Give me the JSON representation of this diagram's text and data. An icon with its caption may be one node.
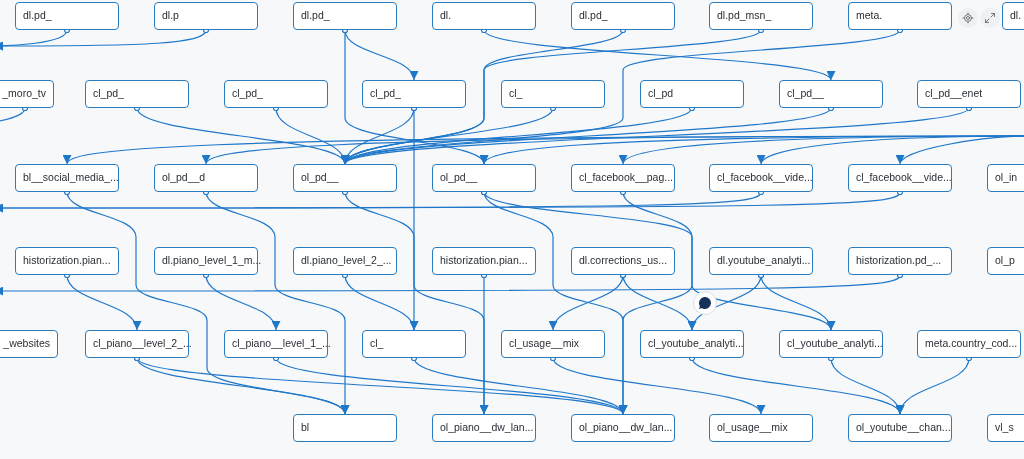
{
  "diagram": {
    "nodes": [
      {
        "text": [
          "dl.pd_"
        ]
      },
      {
        "text": [
          "dl.p"
        ]
      },
      {
        "text": [
          "dl.pd_"
        ]
      },
      {
        "text": [
          "dl."
        ]
      },
      {
        "text": [
          "dl.pd_"
        ]
      },
      {
        "text": [
          "dl.pd_msn_"
        ]
      },
      {
        "text": [
          "meta."
        ]
      },
      {
        "text": [
          "dl."
        ]
      },
      {
        "text": [
          "_moro_tv"
        ]
      },
      {
        "text": [
          "cl_pd_"
        ]
      },
      {
        "text": [
          "cl_pd_"
        ]
      },
      {
        "text": [
          "cl_pd_"
        ]
      },
      {
        "text": [
          "cl_"
        ]
      },
      {
        "text": [
          "cl_pd"
        ]
      },
      {
        "text": [
          "cl_pd__"
        ]
      },
      {
        "text": [
          "cl_pd__enet"
        ]
      },
      {
        "text": [
          "bl__social_media_..."
        ]
      },
      {
        "text": [
          "ol_pd__d"
        ]
      },
      {
        "text": [
          "ol_pd__"
        ]
      },
      {
        "text": [
          "ol_pd__"
        ]
      },
      {
        "text": [
          "cl_facebook__pag..."
        ]
      },
      {
        "text": [
          "cl_facebook__vide..."
        ]
      },
      {
        "text": [
          "cl_facebook__vide..."
        ]
      },
      {
        "text": [
          "ol_in"
        ]
      },
      {
        "text": [
          "historization.pian..."
        ]
      },
      {
        "text": [
          "dl.piano_level_1_m..."
        ]
      },
      {
        "text": [
          "dl.piano_level_2_..."
        ]
      },
      {
        "text": [
          "historization.pian..."
        ]
      },
      {
        "text": [
          "dl.corrections_us..."
        ]
      },
      {
        "text": [
          "dl.youtube_analyti..."
        ]
      },
      {
        "text": [
          "historization.pd_..."
        ]
      },
      {
        "text": [
          "ol_p"
        ]
      },
      {
        "text": [
          "_websites"
        ]
      },
      {
        "text": [
          "cl_piano__level_2_..."
        ]
      },
      {
        "text": [
          "cl_piano__level_1_..."
        ]
      },
      {
        "text": [
          "cl_"
        ]
      },
      {
        "text": [
          "cl_usage__mix"
        ]
      },
      {
        "text": [
          "cl_youtube_analyti..."
        ]
      },
      {
        "text": [
          "cl_youtube_analyti..."
        ]
      },
      {
        "text": [
          "meta.country_cod..."
        ]
      },
      {
        "text": [
          "bl"
        ]
      },
      {
        "text": [
          "ol_piano__dw_lan..."
        ]
      },
      {
        "text": [
          "ol_piano__dw_lan..."
        ]
      },
      {
        "text": [
          "ol_usage__mix"
        ]
      },
      {
        "text": [
          "ol_youtube__chan..."
        ]
      },
      {
        "text": [
          "vl_s"
        ]
      }
    ],
    "edges": [
      {
        "from": 0,
        "to": null,
        "arrow": "to"
      },
      {
        "from": 1,
        "to": null,
        "arrow": "to"
      },
      {
        "from": 2,
        "to": 11,
        "arrow": "to"
      },
      {
        "from": 2,
        "to": 19,
        "arrow": "to"
      },
      {
        "from": 3,
        "to": 14,
        "arrow": "to"
      },
      {
        "from": 4,
        "to": 18,
        "arrow": "to"
      },
      {
        "from": 5,
        "to": 18,
        "arrow": "to"
      },
      {
        "from": 6,
        "to": 18,
        "arrow": "to"
      },
      {
        "from": 8,
        "to": null,
        "arrow": "to"
      },
      {
        "from": 9,
        "to": 18,
        "arrow": "to"
      },
      {
        "from": 10,
        "to": 18,
        "arrow": "to"
      },
      {
        "from": 11,
        "to": 18,
        "arrow": "to"
      },
      {
        "from": 12,
        "to": 18,
        "arrow": "to"
      },
      {
        "from": 13,
        "to": 18,
        "arrow": "to"
      },
      {
        "from": 14,
        "to": 18,
        "arrow": "to"
      },
      {
        "from": 15,
        "to": 18,
        "arrow": "to"
      },
      {
        "from": null,
        "to": 16,
        "arrow": "to"
      },
      {
        "from": null,
        "to": 17,
        "arrow": "to"
      },
      {
        "from": null,
        "to": 19,
        "arrow": "to"
      },
      {
        "from": null,
        "to": 20,
        "arrow": "to"
      },
      {
        "from": null,
        "to": 21,
        "arrow": "to"
      },
      {
        "from": null,
        "to": 22,
        "arrow": "to"
      },
      {
        "from": 16,
        "to": 40,
        "arrow": "to"
      },
      {
        "from": 17,
        "to": 40,
        "arrow": "to"
      },
      {
        "from": 18,
        "to": 35,
        "arrow": "to"
      },
      {
        "from": 19,
        "to": 38,
        "arrow": "to"
      },
      {
        "from": 19,
        "to": 42,
        "arrow": "to"
      },
      {
        "from": 20,
        "to": 42,
        "arrow": "to"
      },
      {
        "from": 21,
        "to": null,
        "arrow": "to"
      },
      {
        "from": 22,
        "to": null,
        "arrow": "to"
      },
      {
        "from": 24,
        "to": 33,
        "arrow": "to"
      },
      {
        "from": 25,
        "to": 34,
        "arrow": "to"
      },
      {
        "from": 26,
        "to": 35,
        "arrow": "to"
      },
      {
        "from": 27,
        "to": 41,
        "arrow": "to"
      },
      {
        "from": 28,
        "to": 36,
        "arrow": "to"
      },
      {
        "from": 28,
        "to": 37,
        "arrow": "to"
      },
      {
        "from": 29,
        "to": 37,
        "arrow": "to"
      },
      {
        "from": 29,
        "to": 38,
        "arrow": "to"
      },
      {
        "from": 30,
        "to": null,
        "arrow": "to"
      },
      {
        "from": 33,
        "to": 40,
        "arrow": "to"
      },
      {
        "from": 33,
        "to": 42,
        "arrow": "to"
      },
      {
        "from": 34,
        "to": 42,
        "arrow": "to"
      },
      {
        "from": 35,
        "to": 42,
        "arrow": "to"
      },
      {
        "from": 36,
        "to": 43,
        "arrow": "to"
      },
      {
        "from": 37,
        "to": 44,
        "arrow": "to"
      },
      {
        "from": 38,
        "to": 44,
        "arrow": "to"
      },
      {
        "from": 39,
        "to": 44,
        "arrow": "to"
      },
      {
        "from": 11,
        "to": 41,
        "arrow": "to"
      }
    ]
  }
}
